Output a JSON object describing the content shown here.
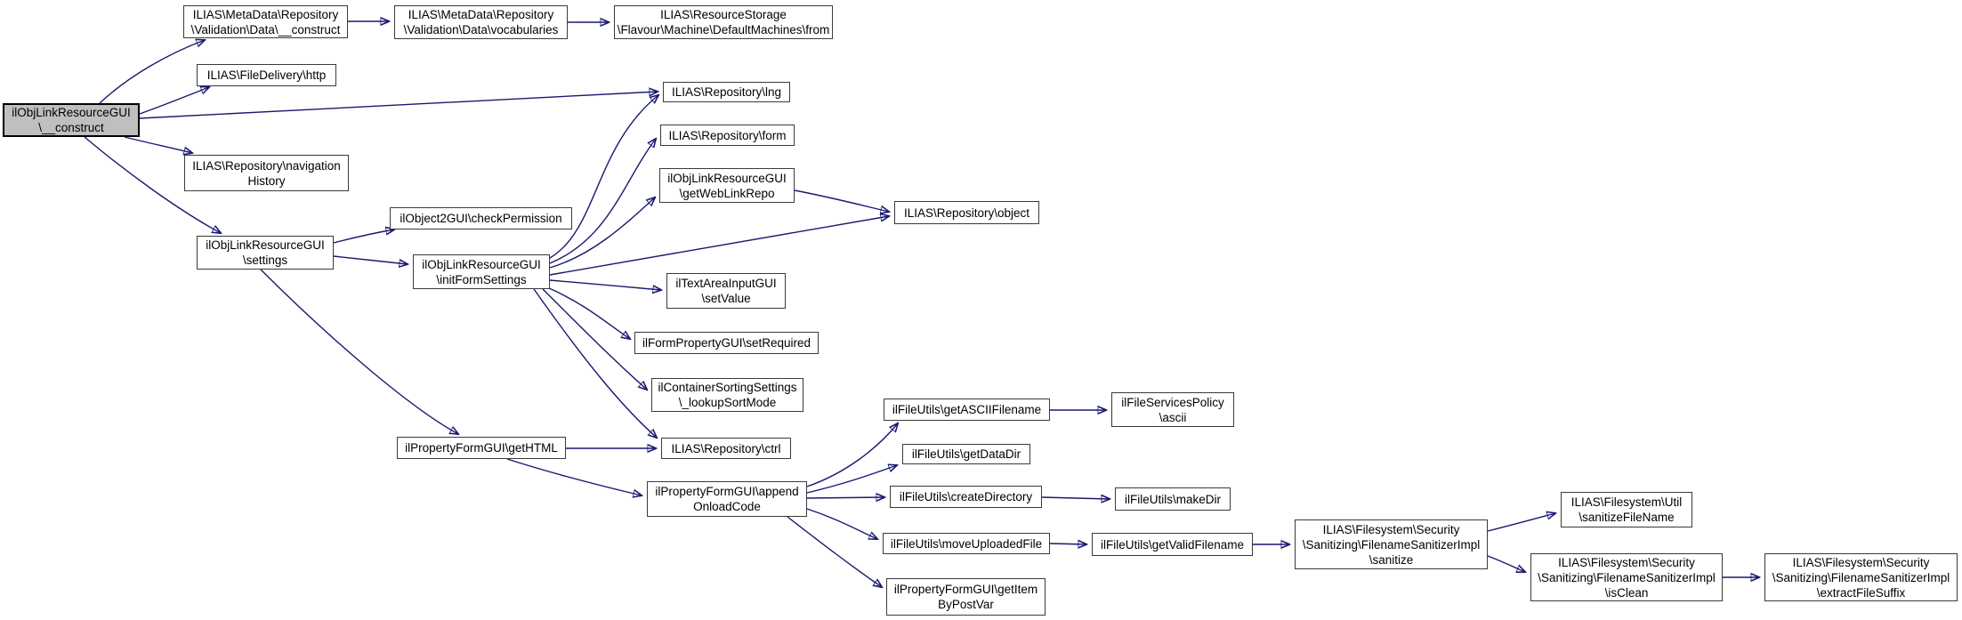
{
  "diagram": {
    "type": "doxygen-call-graph",
    "colors": {
      "edge": "#191970",
      "node_border": "#3a3a3a",
      "node_fill": "#ffffff",
      "highlight_fill": "#bfbfbf",
      "text": "#000000",
      "background": "#ffffff"
    },
    "nodes": [
      {
        "id": "main",
        "label": "ilObjLinkResourceGUI\n\\__construct",
        "highlighted": true
      },
      {
        "id": "metadata-construct",
        "label": "ILIAS\\MetaData\\Repository\n\\Validation\\Data\\__construct",
        "highlighted": false
      },
      {
        "id": "metadata-vocabularies",
        "label": "ILIAS\\MetaData\\Repository\n\\Validation\\Data\\vocabularies",
        "highlighted": false
      },
      {
        "id": "resourcestorage-from",
        "label": "ILIAS\\ResourceStorage\n\\Flavour\\Machine\\DefaultMachines\\from",
        "highlighted": false
      },
      {
        "id": "filedelivery-http",
        "label": "ILIAS\\FileDelivery\\http",
        "highlighted": false
      },
      {
        "id": "repository-lng",
        "label": "ILIAS\\Repository\\lng",
        "highlighted": false
      },
      {
        "id": "navigation-history",
        "label": "ILIAS\\Repository\\navigation\nHistory",
        "highlighted": false
      },
      {
        "id": "settings",
        "label": "ilObjLinkResourceGUI\n\\settings",
        "highlighted": false
      },
      {
        "id": "check-permission",
        "label": "ilObject2GUI\\checkPermission",
        "highlighted": false
      },
      {
        "id": "init-form-settings",
        "label": "ilObjLinkResourceGUI\n\\initFormSettings",
        "highlighted": false
      },
      {
        "id": "repository-form",
        "label": "ILIAS\\Repository\\form",
        "highlighted": false
      },
      {
        "id": "get-web-link-repo",
        "label": "ilObjLinkResourceGUI\n\\getWebLinkRepo",
        "highlighted": false
      },
      {
        "id": "repository-object",
        "label": "ILIAS\\Repository\\object",
        "highlighted": false
      },
      {
        "id": "textarea-set-value",
        "label": "ilTextAreaInputGUI\n\\setValue",
        "highlighted": false
      },
      {
        "id": "set-required",
        "label": "ilFormPropertyGUI\\setRequired",
        "highlighted": false
      },
      {
        "id": "lookup-sort-mode",
        "label": "ilContainerSortingSettings\n\\_lookupSortMode",
        "highlighted": false
      },
      {
        "id": "repository-ctrl",
        "label": "ILIAS\\Repository\\ctrl",
        "highlighted": false
      },
      {
        "id": "get-html",
        "label": "ilPropertyFormGUI\\getHTML",
        "highlighted": false
      },
      {
        "id": "append-onload-code",
        "label": "ilPropertyFormGUI\\append\nOnloadCode",
        "highlighted": false
      },
      {
        "id": "get-ascii-filename",
        "label": "ilFileUtils\\getASCIIFilename",
        "highlighted": false
      },
      {
        "id": "get-data-dir",
        "label": "ilFileUtils\\getDataDir",
        "highlighted": false
      },
      {
        "id": "create-directory",
        "label": "ilFileUtils\\createDirectory",
        "highlighted": false
      },
      {
        "id": "move-uploaded-file",
        "label": "ilFileUtils\\moveUploadedFile",
        "highlighted": false
      },
      {
        "id": "get-item-by-post-var",
        "label": "ilPropertyFormGUI\\getItem\nByPostVar",
        "highlighted": false
      },
      {
        "id": "file-services-policy-ascii",
        "label": "ilFileServicesPolicy\n\\ascii",
        "highlighted": false
      },
      {
        "id": "make-dir",
        "label": "ilFileUtils\\makeDir",
        "highlighted": false
      },
      {
        "id": "get-valid-filename",
        "label": "ilFileUtils\\getValidFilename",
        "highlighted": false
      },
      {
        "id": "sanitize",
        "label": "ILIAS\\Filesystem\\Security\n\\Sanitizing\\FilenameSanitizerImpl\n\\sanitize",
        "highlighted": false
      },
      {
        "id": "sanitize-file-name",
        "label": "ILIAS\\Filesystem\\Util\n\\sanitizeFileName",
        "highlighted": false
      },
      {
        "id": "is-clean",
        "label": "ILIAS\\Filesystem\\Security\n\\Sanitizing\\FilenameSanitizerImpl\n\\isClean",
        "highlighted": false
      },
      {
        "id": "extract-file-suffix",
        "label": "ILIAS\\Filesystem\\Security\n\\Sanitizing\\FilenameSanitizerImpl\n\\extractFileSuffix",
        "highlighted": false
      }
    ],
    "edges": [
      {
        "from": "main",
        "to": "metadata-construct"
      },
      {
        "from": "metadata-construct",
        "to": "metadata-vocabularies"
      },
      {
        "from": "metadata-vocabularies",
        "to": "resourcestorage-from"
      },
      {
        "from": "main",
        "to": "filedelivery-http"
      },
      {
        "from": "main",
        "to": "repository-lng"
      },
      {
        "from": "main",
        "to": "navigation-history"
      },
      {
        "from": "main",
        "to": "settings"
      },
      {
        "from": "settings",
        "to": "check-permission"
      },
      {
        "from": "settings",
        "to": "init-form-settings"
      },
      {
        "from": "settings",
        "to": "get-html"
      },
      {
        "from": "init-form-settings",
        "to": "repository-lng"
      },
      {
        "from": "init-form-settings",
        "to": "repository-form"
      },
      {
        "from": "init-form-settings",
        "to": "get-web-link-repo"
      },
      {
        "from": "init-form-settings",
        "to": "repository-object"
      },
      {
        "from": "init-form-settings",
        "to": "textarea-set-value"
      },
      {
        "from": "init-form-settings",
        "to": "set-required"
      },
      {
        "from": "init-form-settings",
        "to": "lookup-sort-mode"
      },
      {
        "from": "init-form-settings",
        "to": "repository-ctrl"
      },
      {
        "from": "get-web-link-repo",
        "to": "repository-object"
      },
      {
        "from": "get-html",
        "to": "repository-ctrl"
      },
      {
        "from": "get-html",
        "to": "append-onload-code"
      },
      {
        "from": "append-onload-code",
        "to": "get-ascii-filename"
      },
      {
        "from": "append-onload-code",
        "to": "get-data-dir"
      },
      {
        "from": "append-onload-code",
        "to": "create-directory"
      },
      {
        "from": "append-onload-code",
        "to": "move-uploaded-file"
      },
      {
        "from": "append-onload-code",
        "to": "get-item-by-post-var"
      },
      {
        "from": "get-ascii-filename",
        "to": "file-services-policy-ascii"
      },
      {
        "from": "create-directory",
        "to": "make-dir"
      },
      {
        "from": "move-uploaded-file",
        "to": "get-valid-filename"
      },
      {
        "from": "get-valid-filename",
        "to": "sanitize"
      },
      {
        "from": "sanitize",
        "to": "sanitize-file-name"
      },
      {
        "from": "sanitize",
        "to": "is-clean"
      },
      {
        "from": "is-clean",
        "to": "extract-file-suffix"
      }
    ]
  }
}
